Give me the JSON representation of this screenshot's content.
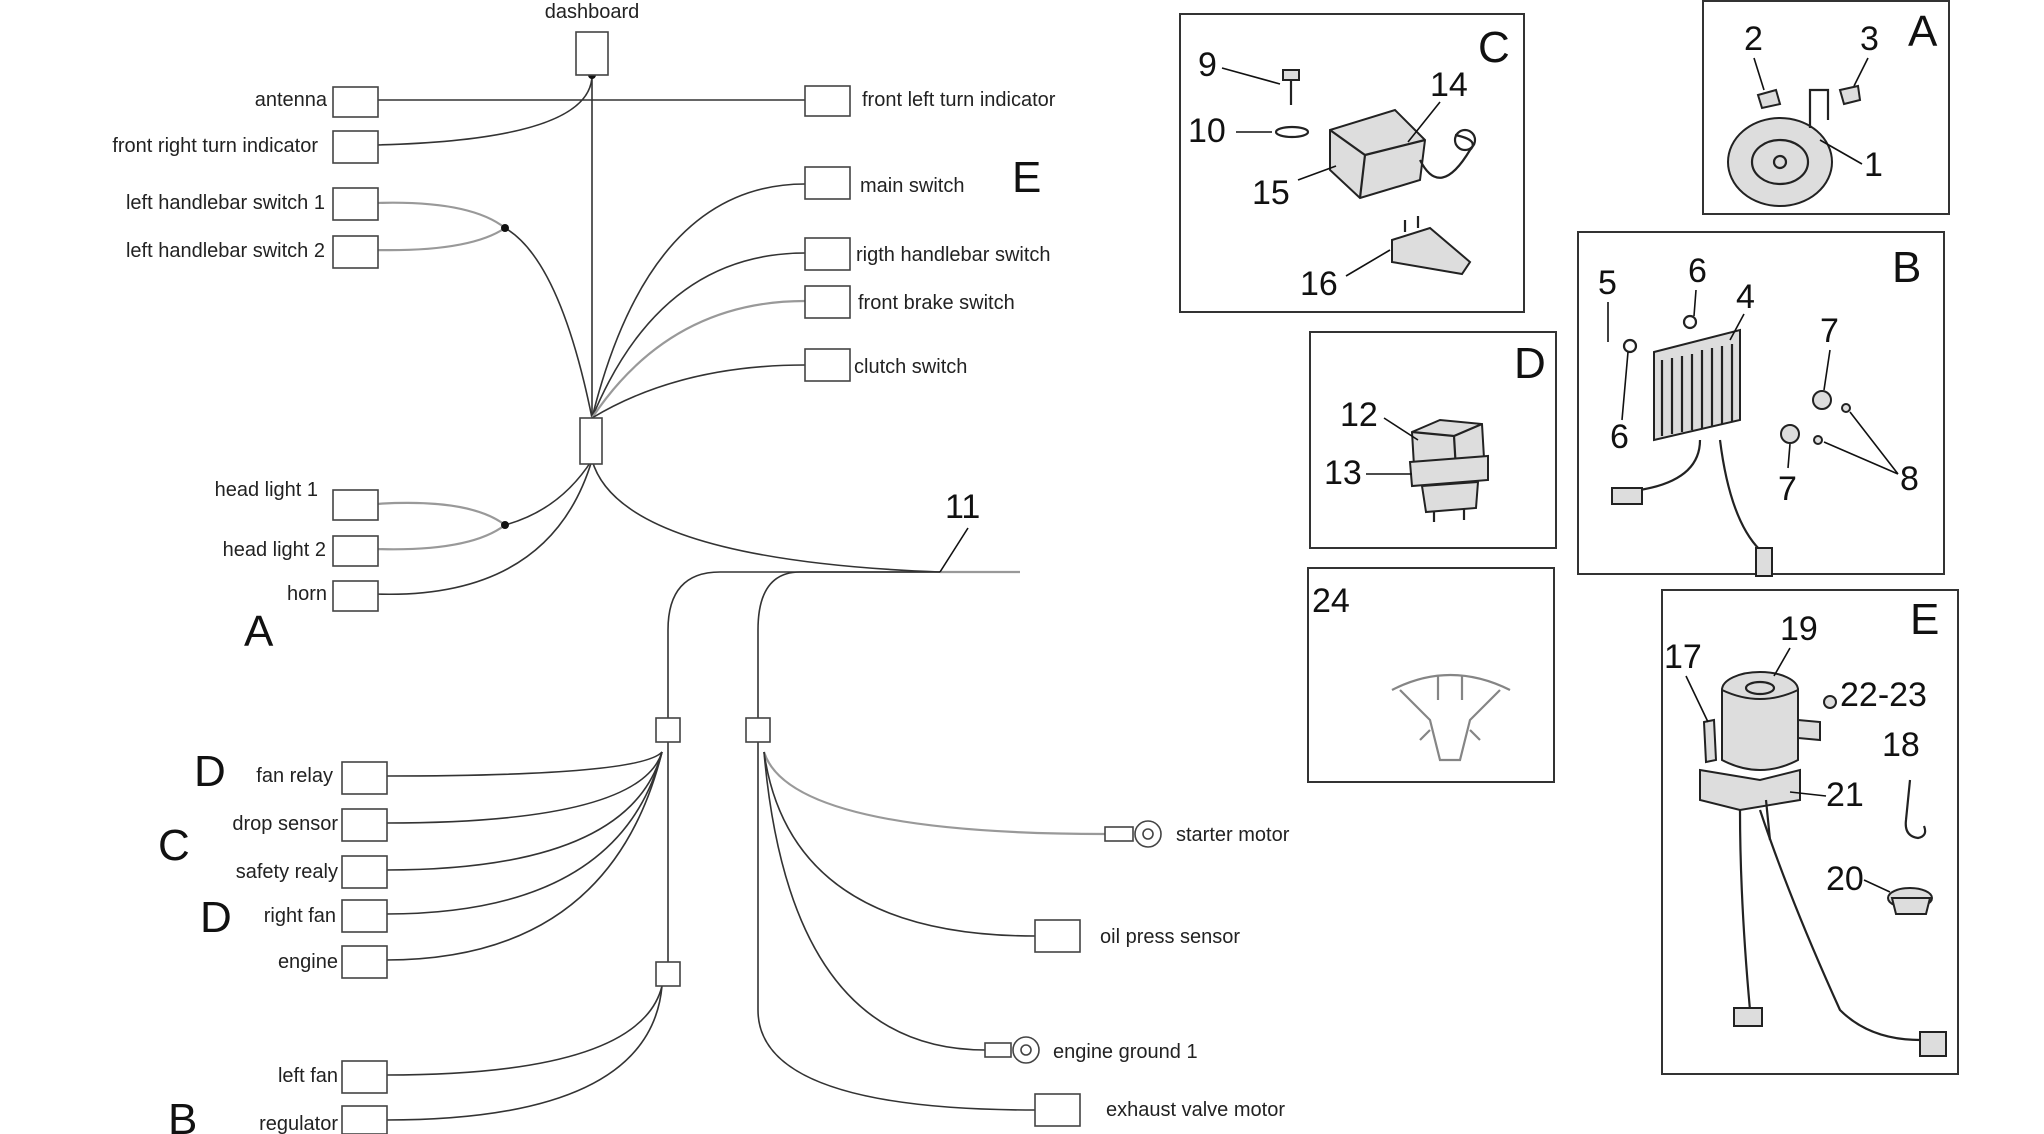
{
  "harness": {
    "top": {
      "dashboard": "dashboard"
    },
    "left_top": {
      "antenna": "antenna",
      "front_right_turn": "front right turn indicator",
      "lh_switch1": "left handlebar switch 1",
      "lh_switch2": "left handlebar switch 2",
      "head_light1": "head light 1",
      "head_light2": "head light 2",
      "horn": "horn",
      "group_a": "A"
    },
    "right_top": {
      "front_left_turn": "front left turn indicator",
      "main_switch": "main switch",
      "group_e": "E",
      "right_handlebar": "rigth handlebar switch",
      "front_brake": "front brake switch",
      "clutch": "clutch switch",
      "ref_11": "11"
    },
    "left_bottom": {
      "fan_relay": "fan relay",
      "drop_sensor": "drop sensor",
      "safety_relay": "safety realy",
      "right_fan": "right fan",
      "engine": "engine",
      "left_fan": "left fan",
      "regulator": "regulator",
      "group_d1": "D",
      "group_c": "C",
      "group_d2": "D",
      "group_b": "B"
    },
    "right_bottom": {
      "starter_motor": "starter motor",
      "oil_press": "oil press sensor",
      "engine_ground": "engine ground 1",
      "exhaust_valve": "exhaust valve motor"
    }
  },
  "panels": {
    "c": {
      "letter": "C",
      "n9": "9",
      "n10": "10",
      "n14": "14",
      "n15": "15",
      "n16": "16"
    },
    "a": {
      "letter": "A",
      "n1": "1",
      "n2": "2",
      "n3": "3"
    },
    "b": {
      "letter": "B",
      "n4": "4",
      "n5": "5",
      "n6a": "6",
      "n6b": "6",
      "n7a": "7",
      "n7b": "7",
      "n8": "8"
    },
    "d": {
      "letter": "D",
      "n12": "12",
      "n13": "13"
    },
    "p24": {
      "n24": "24"
    },
    "e": {
      "letter": "E",
      "n17": "17",
      "n18": "18",
      "n19": "19",
      "n20": "20",
      "n21": "21",
      "n2223": "22-23"
    }
  }
}
